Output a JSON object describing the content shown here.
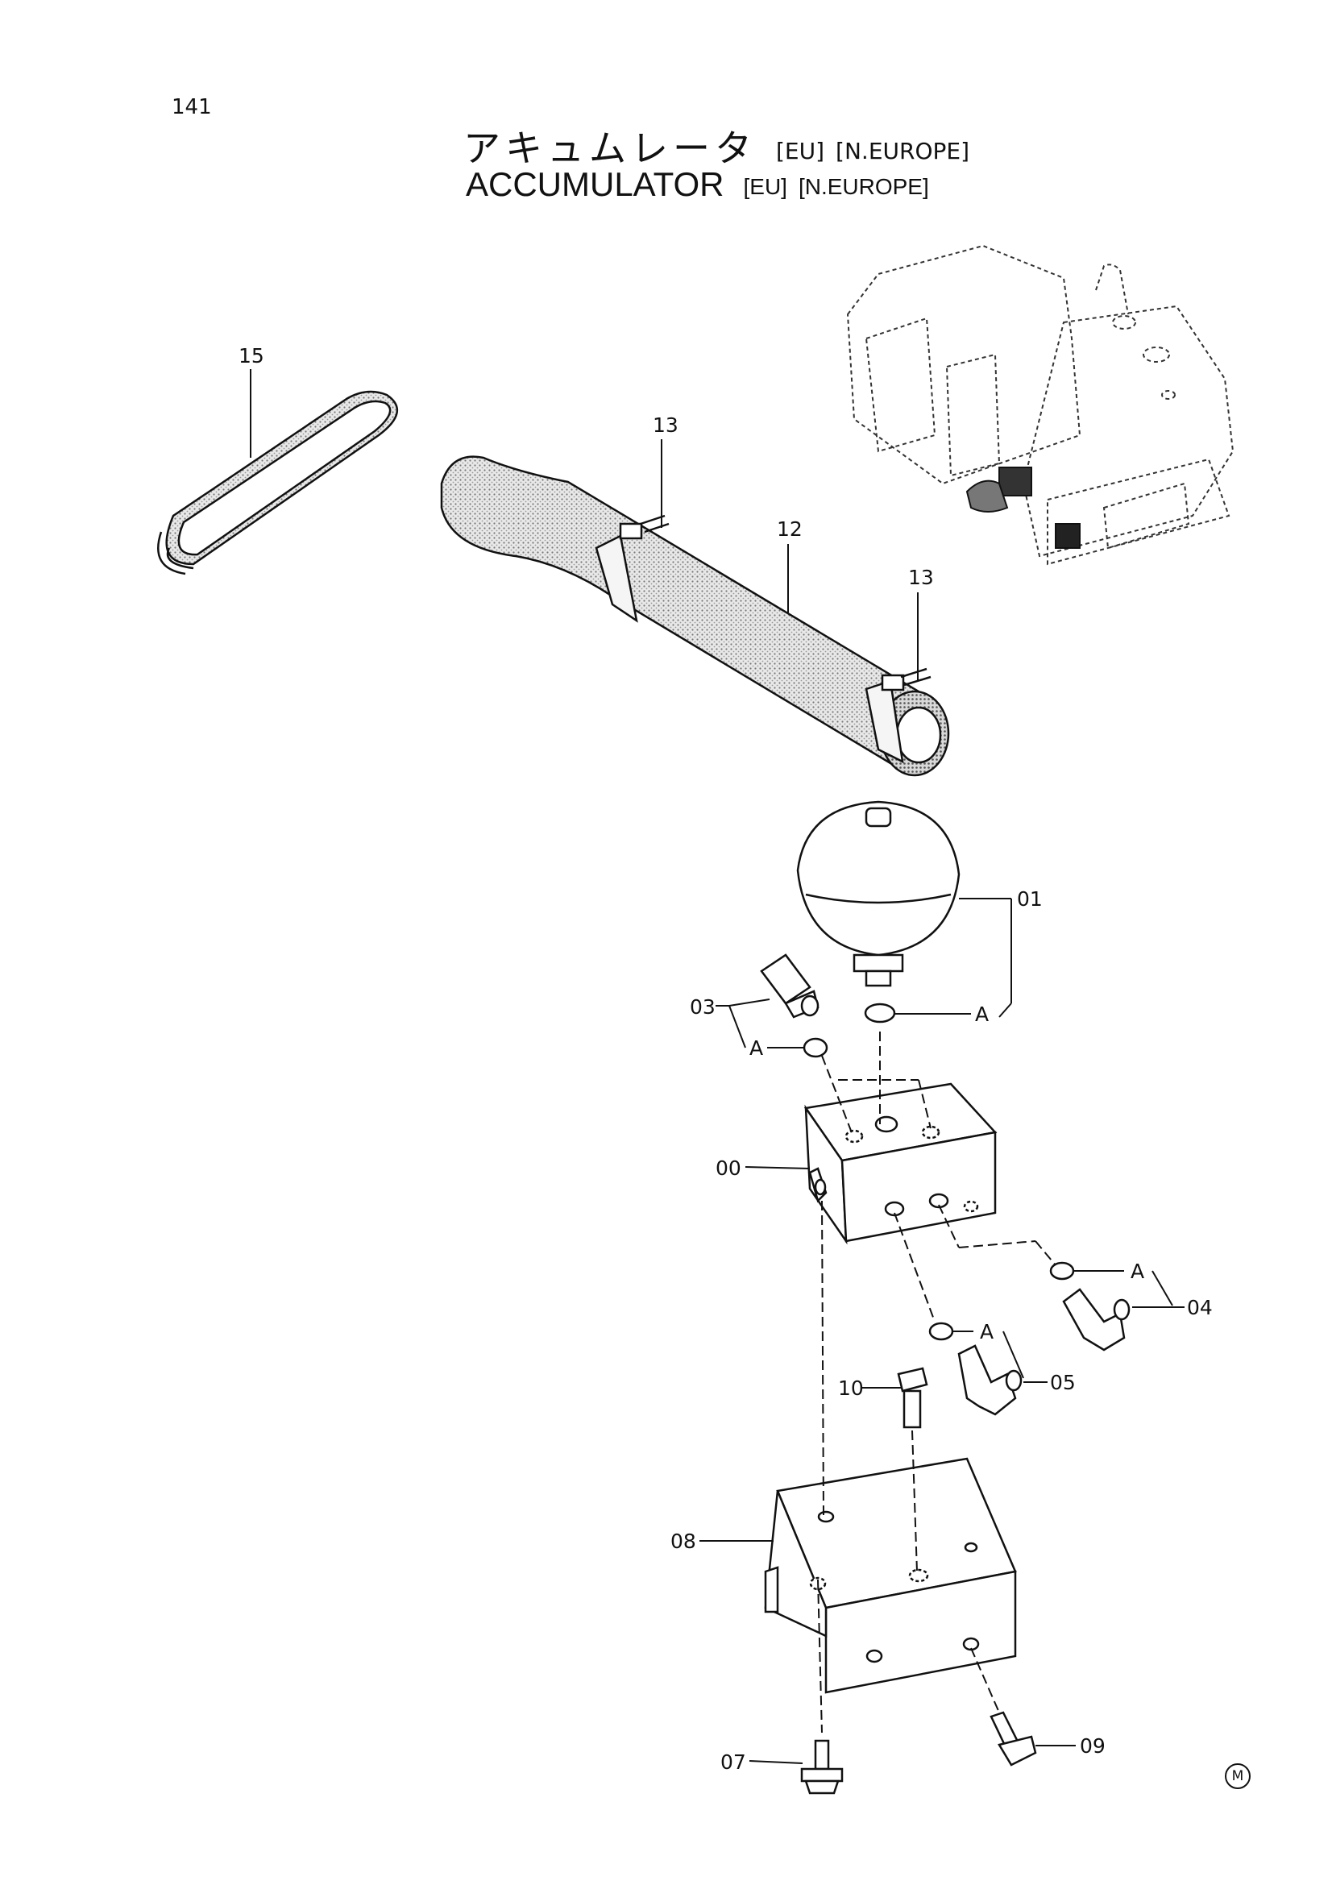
{
  "page_number": "141",
  "title": {
    "japanese": "アキュムレータ",
    "english": "ACCUMULATOR",
    "tag1": "[EU]",
    "tag2": "[N.EUROPE]"
  },
  "callouts": {
    "p15": "15",
    "p13a": "13",
    "p12": "12",
    "p13b": "13",
    "p01": "01",
    "p03": "03",
    "a1": "A",
    "a2": "A",
    "p00": "00",
    "a3": "A",
    "p04": "04",
    "a4": "A",
    "p05": "05",
    "p10": "10",
    "p08": "08",
    "p07": "07",
    "p09": "09"
  },
  "corner_mark": "M"
}
